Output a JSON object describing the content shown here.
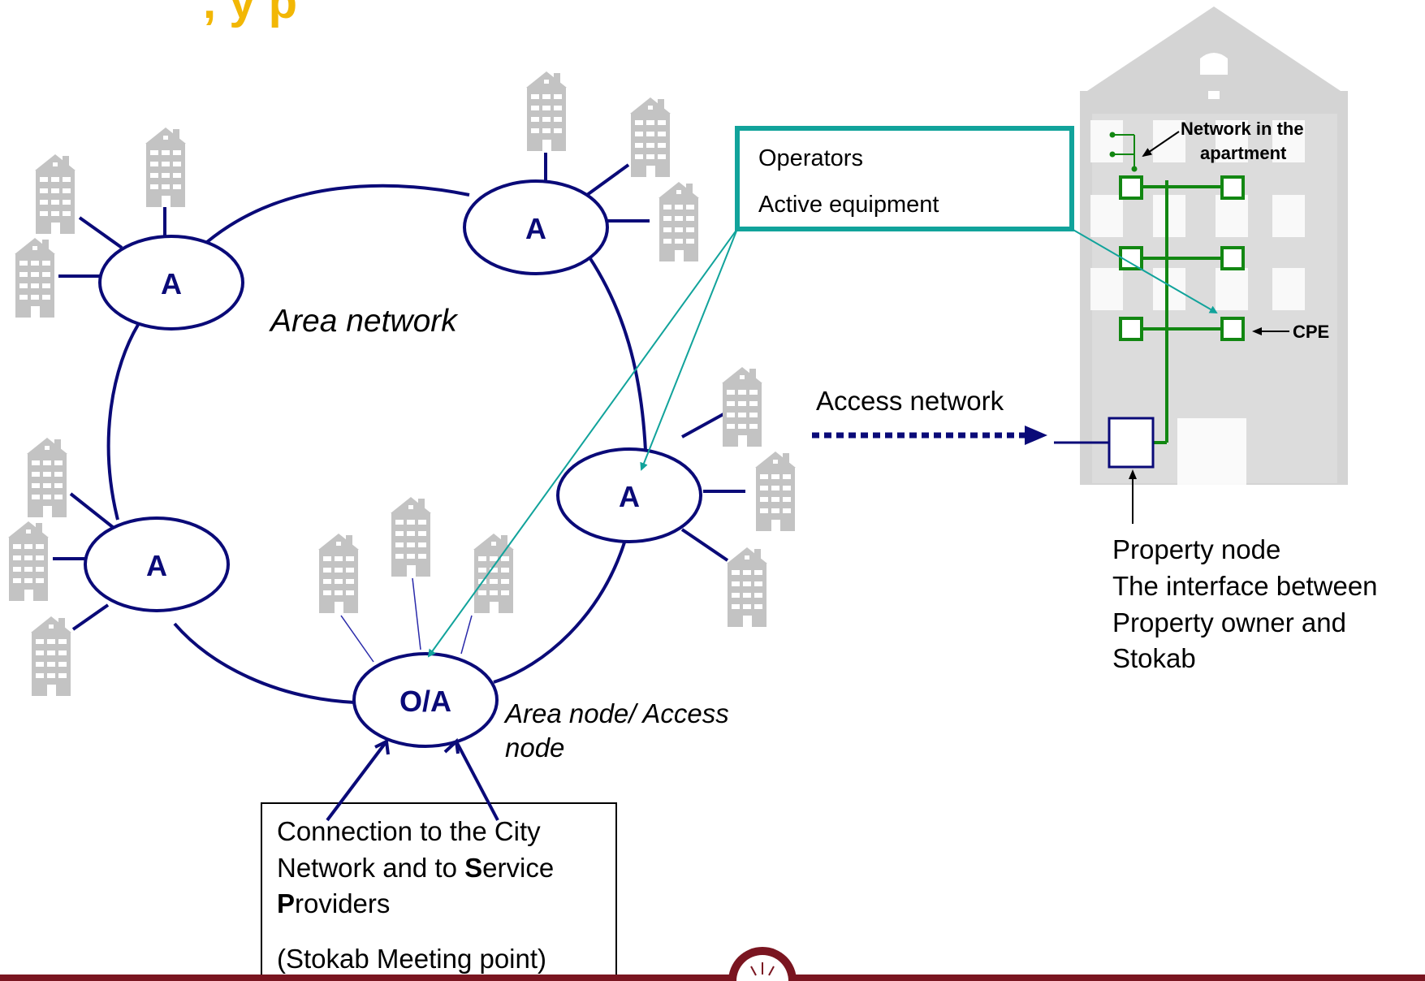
{
  "colors": {
    "navy": "#0a0a78",
    "teal": "#11a39b",
    "green": "#128712",
    "building_gray": "#c3c3c3",
    "footer_bar": "#7a1520",
    "title_yellow": "#f2b705"
  },
  "nodes": {
    "left_top": "A",
    "top_right": "A",
    "right": "A",
    "left_bottom": "A",
    "bottom": "O/A"
  },
  "labels": {
    "area_network": "Area network",
    "area_node_line1": "Area node/ Access",
    "area_node_line2": "node",
    "access_network": "Access network"
  },
  "operators_box": {
    "line1": "Operators",
    "line2": "Active equipment"
  },
  "apartment": {
    "network_line1": "Network in the",
    "network_line2": "apartment",
    "cpe": "CPE"
  },
  "property_node": {
    "line1": "Property node",
    "line2": "The interface between",
    "line3": "Property owner and",
    "line4": "Stokab"
  },
  "connection_box": {
    "line1": "Connection to the City",
    "line2_pre": "Network and to ",
    "line2_bold": "S",
    "line2_post": "ervice",
    "line3_bold": "P",
    "line3_post": "roviders",
    "line4": "(Stokab Meeting point)"
  },
  "icons": {
    "small_building": "building-icon",
    "large_building": "apartment-building-icon",
    "logo": "stokab-seal-logo"
  }
}
